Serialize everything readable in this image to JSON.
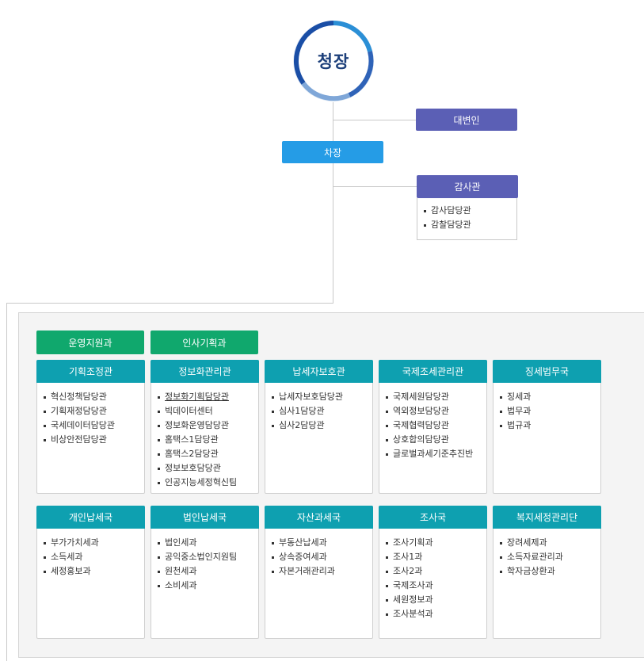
{
  "chief": {
    "label": "청장",
    "ring_colors": [
      "#1a4ea6",
      "#2b8fd6",
      "#7fa7d8",
      "#2f63b8"
    ]
  },
  "spokesperson": {
    "label": "대변인"
  },
  "deputy": {
    "label": "차장"
  },
  "auditor": {
    "label": "감사관",
    "items": [
      "감사담당관",
      "감찰담당관"
    ]
  },
  "support": [
    {
      "label": "운영지원과"
    },
    {
      "label": "인사기획과"
    }
  ],
  "row1": [
    {
      "title": "기획조정관",
      "items": [
        "혁신정책담당관",
        "기획재정담당관",
        "국세데이터담당관",
        "비상안전담당관"
      ]
    },
    {
      "title": "정보화관리관",
      "items": [
        "정보화기획담당관",
        "빅데이터센터",
        "정보화운영담당관",
        "홈택스1담당관",
        "홈택스2담당관",
        "정보보호담당관",
        "인공지능세정혁신팀"
      ]
    },
    {
      "title": "납세자보호관",
      "items": [
        "납세자보호담당관",
        "심사1담당관",
        "심사2담당관"
      ]
    },
    {
      "title": "국제조세관리관",
      "items": [
        "국제세원담당관",
        "역외정보담당관",
        "국제협력담당관",
        "상호합의담당관",
        "글로벌과세기준추진반"
      ]
    },
    {
      "title": "징세법무국",
      "items": [
        "징세과",
        "법무과",
        "법규과"
      ]
    }
  ],
  "row2": [
    {
      "title": "개인납세국",
      "items": [
        "부가가치세과",
        "소득세과",
        "세정홍보과"
      ]
    },
    {
      "title": "법인납세국",
      "items": [
        "법인세과",
        "공익중소법인지원팀",
        "원천세과",
        "소비세과"
      ]
    },
    {
      "title": "자산과세국",
      "items": [
        "부동산납세과",
        "상속증여세과",
        "자본거래관리과"
      ]
    },
    {
      "title": "조사국",
      "items": [
        "조사기획과",
        "조사1과",
        "조사2과",
        "국제조사과",
        "세원정보과",
        "조사분석과"
      ]
    },
    {
      "title": "복지세정관리단",
      "items": [
        "장려세제과",
        "소득자료관리과",
        "학자금상환과"
      ]
    }
  ],
  "colors": {
    "purple": "#5b5fb5",
    "blue": "#259ce6",
    "green": "#10a86d",
    "teal": "#0ea0b0",
    "line": "#c9c9c9"
  }
}
